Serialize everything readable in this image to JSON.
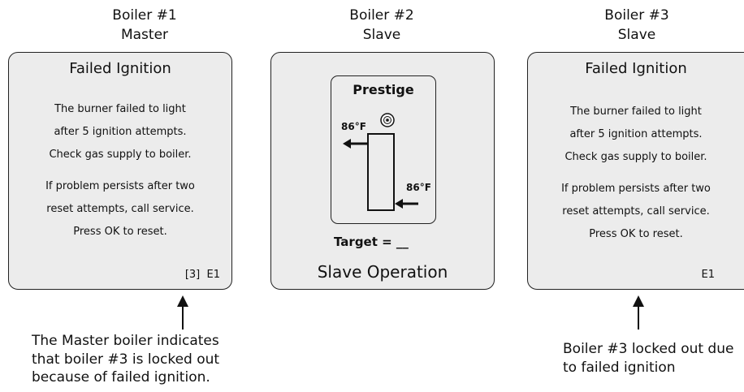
{
  "boilers": [
    {
      "label": "Boiler #1",
      "role": "Master"
    },
    {
      "label": "Boiler #2",
      "role": "Slave"
    },
    {
      "label": "Boiler #3",
      "role": "Slave"
    }
  ],
  "panel1": {
    "title": "Failed Ignition",
    "message": [
      "The burner failed to light",
      "after 5 ignition attempts.",
      "Check gas supply to boiler."
    ],
    "message2": [
      "If problem persists after two",
      "reset attempts, call service.",
      "Press OK to reset."
    ],
    "code": "[3]  E1"
  },
  "panel2": {
    "brand": "Prestige",
    "outlet_temp": "86°F",
    "inlet_temp": "86°F",
    "target": "Target = __",
    "mode": "Slave Operation"
  },
  "panel3": {
    "title": "Failed Ignition",
    "message": [
      "The burner failed to light",
      "after 5 ignition attempts.",
      "Check gas supply to boiler."
    ],
    "message2": [
      "If problem persists after two",
      "reset attempts, call service.",
      "Press OK to reset."
    ],
    "code": "E1"
  },
  "captions": {
    "left": [
      "The Master boiler indicates",
      "that boiler #3 is locked out",
      "because of failed ignition."
    ],
    "right": [
      "Boiler #3 locked out due",
      "to failed ignition"
    ]
  }
}
